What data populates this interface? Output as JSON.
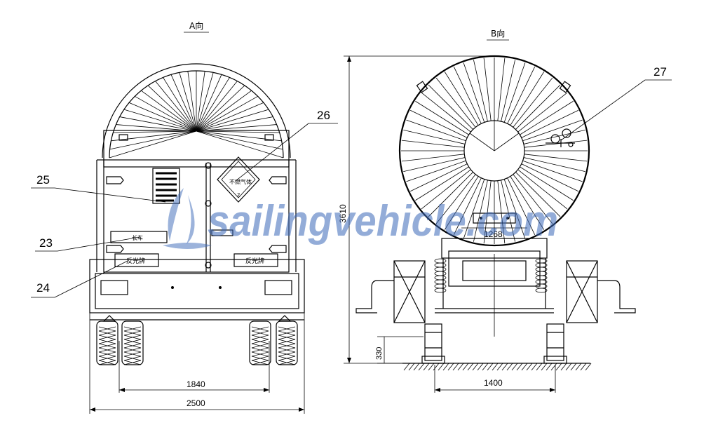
{
  "views": {
    "a": {
      "title": "A向"
    },
    "b": {
      "title": "B向"
    }
  },
  "callouts": {
    "c23": "23",
    "c24": "24",
    "c25": "25",
    "c26": "26",
    "c27": "27"
  },
  "dimensions": {
    "d1840": "1840",
    "d2500": "2500",
    "d1400": "1400",
    "d1268": "1268",
    "d330": "330",
    "d3610": "3610"
  },
  "plates": {
    "reflector_left": "反光牌",
    "reflector_right": "反光牌",
    "long_vehicle": "长车",
    "nonflammable_gas": "不燃气体"
  },
  "watermark": "sailingvehicle.com"
}
